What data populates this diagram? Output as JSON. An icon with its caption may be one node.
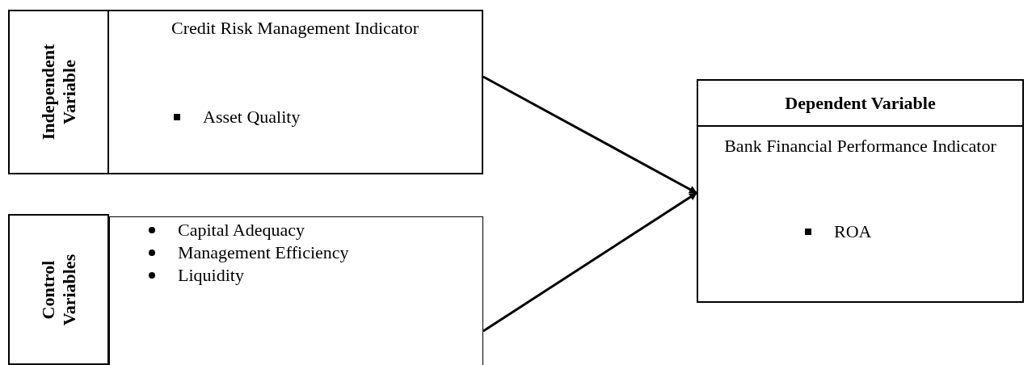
{
  "diagram": {
    "nodes": [
      {
        "text": [
          "Independent Variable"
        ]
      },
      {
        "text": [
          "Credit Risk Management Indicator",
          "Asset Quality"
        ]
      },
      {
        "text": [
          "Control Variables"
        ]
      },
      {
        "text": [
          "Capital Adequacy",
          "Management Efficiency",
          "Liquidity"
        ]
      },
      {
        "text": [
          "Dependent Variable",
          "Bank Financial Performance Indicator",
          "ROA"
        ]
      }
    ],
    "edges": [
      {
        "from": 1,
        "to": 4,
        "arrow": "to"
      },
      {
        "from": 3,
        "to": 4,
        "arrow": "to"
      }
    ]
  }
}
